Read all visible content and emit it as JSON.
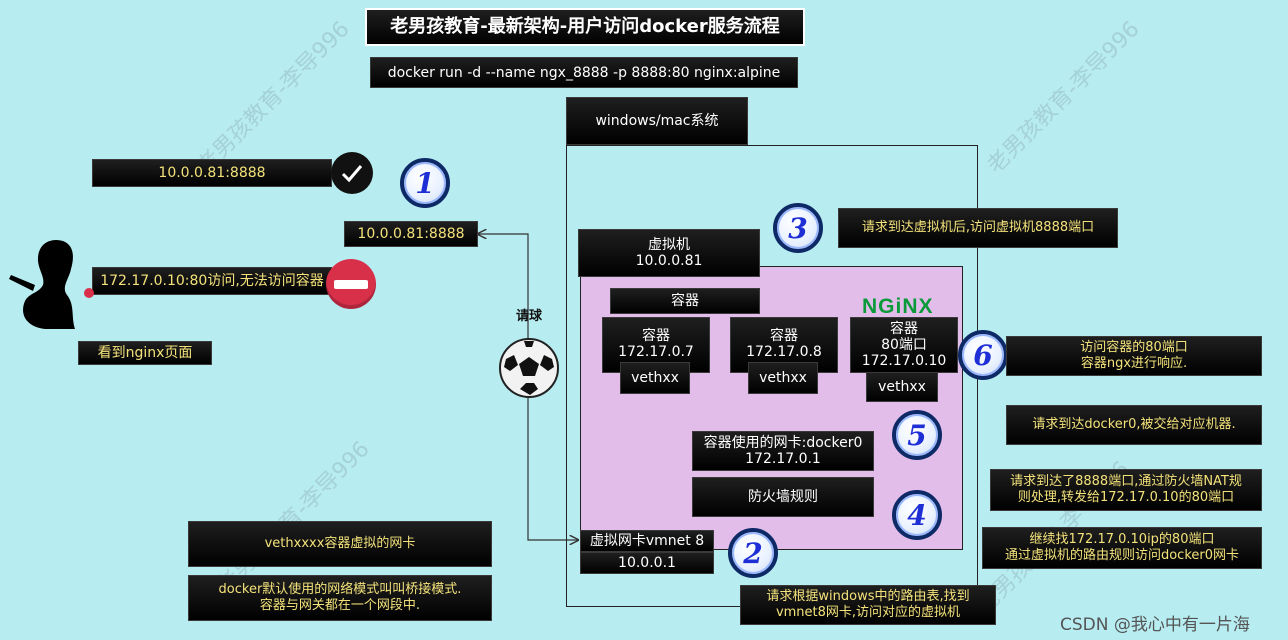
{
  "title": "老男孩教育-最新架构-用户访问docker服务流程",
  "command": "docker run  -d --name ngx_8888   -p 8888:80 nginx:alpine",
  "host_label": "windows/mac系统",
  "client": {
    "ok_addr": "10.0.0.81:8888",
    "request_addr": "10.0.0.81:8888",
    "fail_addr": "172.17.0.10:80访问,无法访问容器",
    "see_page": "看到nginx页面",
    "request_word": "请球"
  },
  "vm": {
    "title": "虚拟机",
    "ip": "10.0.0.81"
  },
  "container_header": "容器",
  "containers": [
    {
      "name": "容器",
      "ip": "172.17.0.7",
      "veth": "vethxx"
    },
    {
      "name": "容器",
      "ip": "172.17.0.8",
      "veth": "vethxx"
    },
    {
      "name": "容器",
      "port": "80端口",
      "ip": "172.17.0.10",
      "veth": "vethxx"
    }
  ],
  "nginx_logo": "NGiNX",
  "docker0": {
    "label": "容器使用的网卡:docker0",
    "ip": "172.17.0.1"
  },
  "firewall": "防火墙规则",
  "vmnet": {
    "label": "虚拟网卡vmnet 8",
    "ip": "10.0.0.1"
  },
  "steps": [
    "1",
    "2",
    "3",
    "4",
    "5",
    "6"
  ],
  "notes": {
    "step3": "请求到达虚拟机后,访问虚拟机8888端口",
    "step6_l1": "访问容器的80端口",
    "step6_l2": "容器ngx进行响应.",
    "step5": "请求到达docker0,被交给对应机器.",
    "step4_l1": "请求到达了8888端口,通过防火墙NAT规",
    "step4_l2": "则处理,转发给172.17.0.10的80端口",
    "step_nat_l1": "继续找172.17.0.10ip的80端口",
    "step_nat_l2": "通过虚拟机的路由规则访问docker0网卡",
    "step2_l1": "请求根据windows中的路由表,找到",
    "step2_l2": "vmnet8网卡,访问对应的虚拟机",
    "veth_note": "vethxxxx容器虚拟的网卡",
    "bridge_l1": "docker默认使用的网络模式叫叫桥接模式.",
    "bridge_l2": "容器与网关都在一个网段中."
  },
  "watermark": "老男孩教育-李导996",
  "credit": "CSDN @我心中有一片海",
  "colors": {
    "background": "#b7ecf1",
    "vm_fill": "#e3bde9",
    "box_text": "#f3e27a",
    "step_blue": "#1f2fd6",
    "nginx_green": "#0b9a3a"
  }
}
